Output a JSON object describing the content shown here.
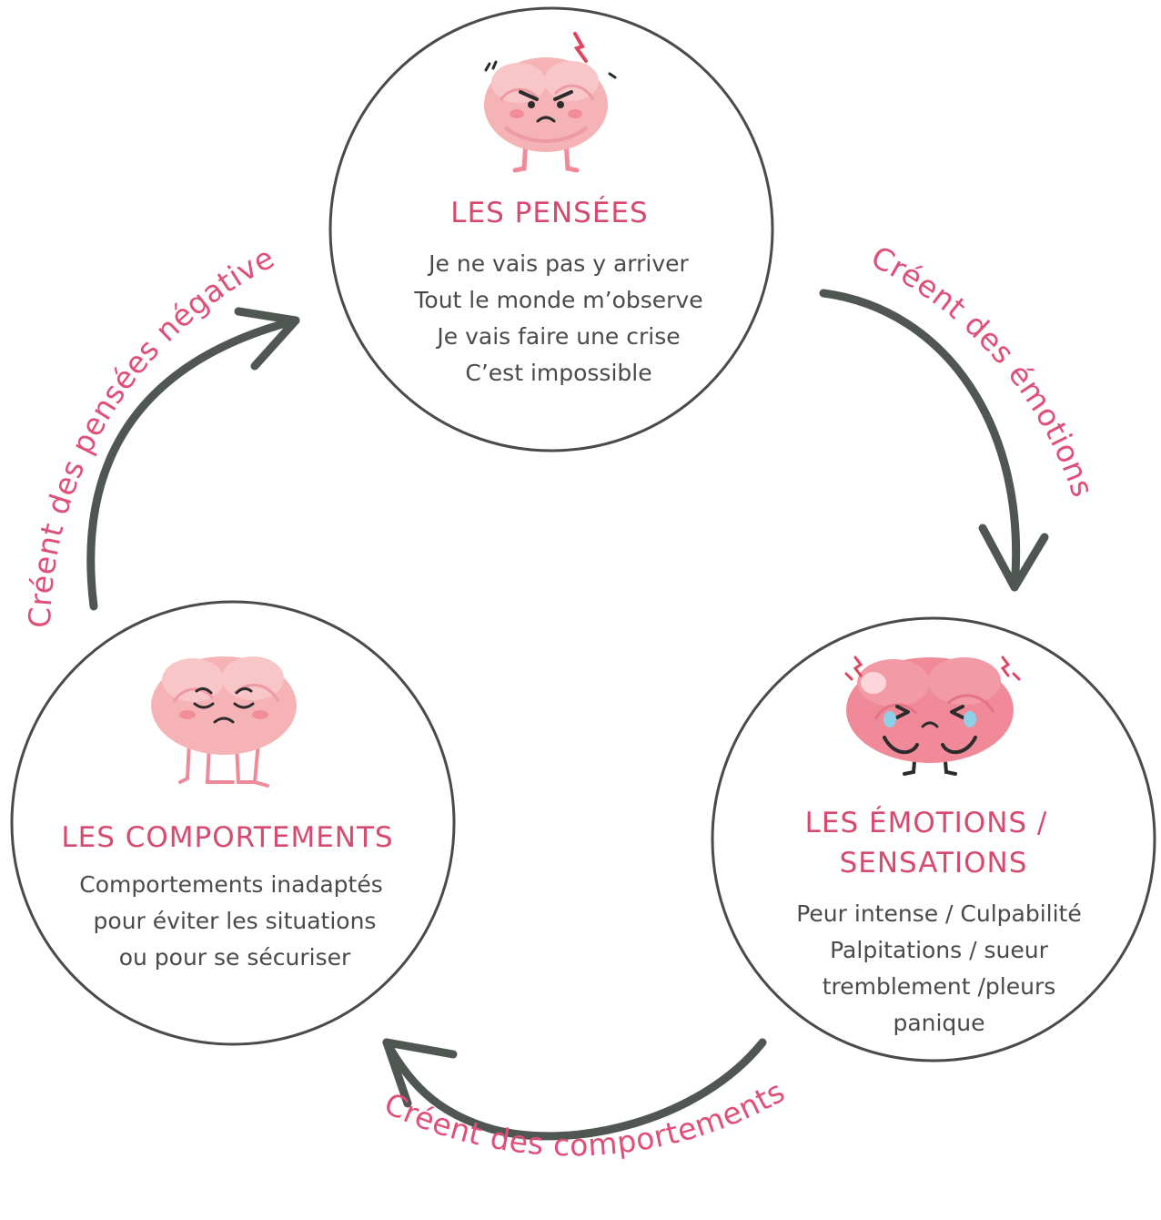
{
  "colors": {
    "accent": "#d8496f",
    "edge_label": "#e04f79",
    "arrow": "#505752",
    "circle_stroke": "#4a4a4a",
    "body_text": "#4a4a4a",
    "brain_light": "#f6b3b6",
    "brain_dark": "#f08a99"
  },
  "nodes": {
    "pensees": {
      "title": "LES PENSÉES",
      "lines": [
        "Je ne vais pas y arriver",
        "Tout le monde m’observe",
        "Je vais faire une crise",
        "C’est impossible"
      ],
      "icon": "angry-brain-icon"
    },
    "emotions": {
      "title_lines": [
        "LES ÉMOTIONS /",
        "SENSATIONS"
      ],
      "lines": [
        "Peur intense / Culpabilité",
        "Palpitations / sueur",
        "tremblement /pleurs",
        "panique"
      ],
      "icon": "crying-brain-icon"
    },
    "comportements": {
      "title": "LES COMPORTEMENTS",
      "lines": [
        "Comportements inadaptés",
        "pour éviter les situations",
        "ou pour se sécuriser"
      ],
      "icon": "sad-brain-icon"
    }
  },
  "edges": {
    "pensees_to_emotions": "Créent des émotions",
    "emotions_to_comportements": "Créent des comportements",
    "comportements_to_pensees": "Créent des pensées négatives"
  }
}
